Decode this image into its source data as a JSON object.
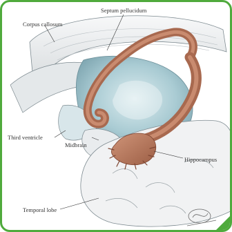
{
  "labels": {
    "septum_pellucidum": "Septum pellucidum",
    "corpus_callosum": "Corpus callosum",
    "third_ventricle": "Third ventricle",
    "midbrain": "Midbrain",
    "hippocampus": "Hippocampus",
    "temporal_lobe": "Temporal lobe"
  },
  "colors": {
    "frame": "#4faa3c",
    "ventricle": "#a9cbd3",
    "hippocampus": "#b77a60",
    "white_matter": "#eef0f1",
    "outline": "#7d8a90",
    "label_text": "#333333"
  }
}
